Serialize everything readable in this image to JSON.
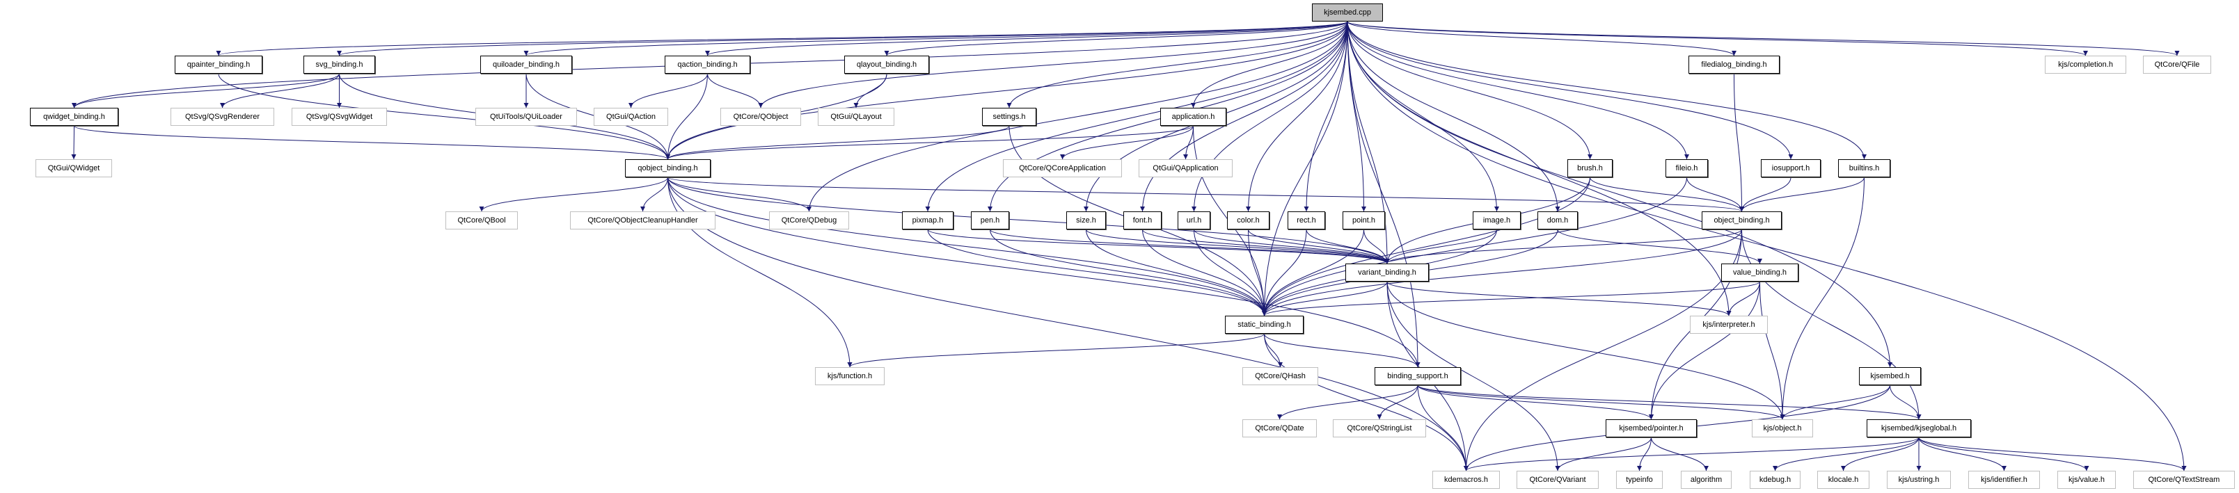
{
  "colors": {
    "edge": "#191970",
    "root_fill": "#bfbfbf",
    "documented_border": "#000000",
    "external_border": "#bfbfbf"
  },
  "graph": {
    "root": "kjsembed.cpp",
    "nodes": [
      {
        "id": "kjsembed_cpp",
        "label": "kjsembed.cpp",
        "kind": "root"
      },
      {
        "id": "qpainter",
        "label": "qpainter_binding.h",
        "kind": "doc"
      },
      {
        "id": "svg",
        "label": "svg_binding.h",
        "kind": "doc"
      },
      {
        "id": "quiloader",
        "label": "quiloader_binding.h",
        "kind": "doc"
      },
      {
        "id": "qaction",
        "label": "qaction_binding.h",
        "kind": "doc"
      },
      {
        "id": "qlayout",
        "label": "qlayout_binding.h",
        "kind": "doc"
      },
      {
        "id": "filedialog",
        "label": "filedialog_binding.h",
        "kind": "doc"
      },
      {
        "id": "completion",
        "label": "kjs/completion.h",
        "kind": "ext"
      },
      {
        "id": "qfile",
        "label": "QtCore/QFile",
        "kind": "ext"
      },
      {
        "id": "qwidget",
        "label": "qwidget_binding.h",
        "kind": "doc"
      },
      {
        "id": "qsvgrenderer",
        "label": "QtSvg/QSvgRenderer",
        "kind": "ext"
      },
      {
        "id": "qsvgwidget",
        "label": "QtSvg/QSvgWidget",
        "kind": "ext"
      },
      {
        "id": "quiloader_q",
        "label": "QtUiTools/QUiLoader",
        "kind": "ext"
      },
      {
        "id": "qaction_q",
        "label": "QtGui/QAction",
        "kind": "ext"
      },
      {
        "id": "qobject_q",
        "label": "QtCore/QObject",
        "kind": "ext"
      },
      {
        "id": "qlayout_q",
        "label": "QtGui/QLayout",
        "kind": "ext"
      },
      {
        "id": "settings",
        "label": "settings.h",
        "kind": "doc"
      },
      {
        "id": "application",
        "label": "application.h",
        "kind": "doc"
      },
      {
        "id": "qwidget_q",
        "label": "QtGui/QWidget",
        "kind": "ext"
      },
      {
        "id": "qobject_binding",
        "label": "qobject_binding.h",
        "kind": "doc"
      },
      {
        "id": "qcoreapp",
        "label": "QtCore/QCoreApplication",
        "kind": "ext"
      },
      {
        "id": "qapp",
        "label": "QtGui/QApplication",
        "kind": "ext"
      },
      {
        "id": "brush",
        "label": "brush.h",
        "kind": "doc"
      },
      {
        "id": "fileio",
        "label": "fileio.h",
        "kind": "doc"
      },
      {
        "id": "iosupport",
        "label": "iosupport.h",
        "kind": "doc"
      },
      {
        "id": "builtins",
        "label": "builtins.h",
        "kind": "doc"
      },
      {
        "id": "qbool",
        "label": "QtCore/QBool",
        "kind": "ext"
      },
      {
        "id": "qoch",
        "label": "QtCore/QObjectCleanupHandler",
        "kind": "ext"
      },
      {
        "id": "qdebug",
        "label": "QtCore/QDebug",
        "kind": "ext"
      },
      {
        "id": "pixmap",
        "label": "pixmap.h",
        "kind": "doc"
      },
      {
        "id": "pen",
        "label": "pen.h",
        "kind": "doc"
      },
      {
        "id": "size",
        "label": "size.h",
        "kind": "doc"
      },
      {
        "id": "font",
        "label": "font.h",
        "kind": "doc"
      },
      {
        "id": "url",
        "label": "url.h",
        "kind": "doc"
      },
      {
        "id": "color",
        "label": "color.h",
        "kind": "doc"
      },
      {
        "id": "rect",
        "label": "rect.h",
        "kind": "doc"
      },
      {
        "id": "point",
        "label": "point.h",
        "kind": "doc"
      },
      {
        "id": "image",
        "label": "image.h",
        "kind": "doc"
      },
      {
        "id": "dom",
        "label": "dom.h",
        "kind": "doc"
      },
      {
        "id": "object_binding",
        "label": "object_binding.h",
        "kind": "doc"
      },
      {
        "id": "variant_binding",
        "label": "variant_binding.h",
        "kind": "doc"
      },
      {
        "id": "value_binding",
        "label": "value_binding.h",
        "kind": "doc"
      },
      {
        "id": "static_binding",
        "label": "static_binding.h",
        "kind": "doc"
      },
      {
        "id": "interpreter",
        "label": "kjs/interpreter.h",
        "kind": "ext"
      },
      {
        "id": "function",
        "label": "kjs/function.h",
        "kind": "ext"
      },
      {
        "id": "qhash",
        "label": "QtCore/QHash",
        "kind": "ext"
      },
      {
        "id": "binding_support",
        "label": "binding_support.h",
        "kind": "doc"
      },
      {
        "id": "kjsembed_h",
        "label": "kjsembed.h",
        "kind": "doc"
      },
      {
        "id": "qdate",
        "label": "QtCore/QDate",
        "kind": "ext"
      },
      {
        "id": "qstringlist",
        "label": "QtCore/QStringList",
        "kind": "ext"
      },
      {
        "id": "pointer",
        "label": "kjsembed/pointer.h",
        "kind": "doc"
      },
      {
        "id": "kjsobject",
        "label": "kjs/object.h",
        "kind": "ext"
      },
      {
        "id": "kjseglobal",
        "label": "kjsembed/kjseglobal.h",
        "kind": "doc"
      },
      {
        "id": "kdemacros",
        "label": "kdemacros.h",
        "kind": "ext"
      },
      {
        "id": "qvariant",
        "label": "QtCore/QVariant",
        "kind": "ext"
      },
      {
        "id": "typeinfo",
        "label": "typeinfo",
        "kind": "ext"
      },
      {
        "id": "algorithm",
        "label": "algorithm",
        "kind": "ext"
      },
      {
        "id": "kdebug",
        "label": "kdebug.h",
        "kind": "ext"
      },
      {
        "id": "klocale",
        "label": "klocale.h",
        "kind": "ext"
      },
      {
        "id": "ustring",
        "label": "kjs/ustring.h",
        "kind": "ext"
      },
      {
        "id": "identifier",
        "label": "kjs/identifier.h",
        "kind": "ext"
      },
      {
        "id": "kjsvalue",
        "label": "kjs/value.h",
        "kind": "ext"
      },
      {
        "id": "qtextstream",
        "label": "QtCore/QTextStream",
        "kind": "ext"
      }
    ],
    "edges": [
      [
        "kjsembed_cpp",
        "qwidget"
      ],
      [
        "kjsembed_cpp",
        "qpainter"
      ],
      [
        "kjsembed_cpp",
        "svg"
      ],
      [
        "kjsembed_cpp",
        "quiloader"
      ],
      [
        "kjsembed_cpp",
        "qaction"
      ],
      [
        "kjsembed_cpp",
        "qobject_q"
      ],
      [
        "kjsembed_cpp",
        "qlayout"
      ],
      [
        "kjsembed_cpp",
        "settings"
      ],
      [
        "kjsembed_cpp",
        "application"
      ],
      [
        "kjsembed_cpp",
        "qobject_binding"
      ],
      [
        "kjsembed_cpp",
        "qdebug"
      ],
      [
        "kjsembed_cpp",
        "pixmap"
      ],
      [
        "kjsembed_cpp",
        "pen"
      ],
      [
        "kjsembed_cpp",
        "size"
      ],
      [
        "kjsembed_cpp",
        "font"
      ],
      [
        "kjsembed_cpp",
        "url"
      ],
      [
        "kjsembed_cpp",
        "color"
      ],
      [
        "kjsembed_cpp",
        "rect"
      ],
      [
        "kjsembed_cpp",
        "point"
      ],
      [
        "kjsembed_cpp",
        "image"
      ],
      [
        "kjsembed_cpp",
        "dom"
      ],
      [
        "kjsembed_cpp",
        "brush"
      ],
      [
        "kjsembed_cpp",
        "fileio"
      ],
      [
        "kjsembed_cpp",
        "filedialog"
      ],
      [
        "kjsembed_cpp",
        "iosupport"
      ],
      [
        "kjsembed_cpp",
        "builtins"
      ],
      [
        "kjsembed_cpp",
        "static_binding"
      ],
      [
        "kjsembed_cpp",
        "variant_binding"
      ],
      [
        "kjsembed_cpp",
        "interpreter"
      ],
      [
        "kjsembed_cpp",
        "binding_support"
      ],
      [
        "kjsembed_cpp",
        "kjsembed_h"
      ],
      [
        "kjsembed_cpp",
        "qtextstream"
      ],
      [
        "kjsembed_cpp",
        "completion"
      ],
      [
        "kjsembed_cpp",
        "qfile"
      ],
      [
        "qpainter",
        "qobject_binding"
      ],
      [
        "svg",
        "qwidget"
      ],
      [
        "svg",
        "qsvgrenderer"
      ],
      [
        "svg",
        "qsvgwidget"
      ],
      [
        "svg",
        "qobject_binding"
      ],
      [
        "quiloader",
        "quiloader_q"
      ],
      [
        "quiloader",
        "qobject_binding"
      ],
      [
        "qaction",
        "qaction_q"
      ],
      [
        "qaction",
        "qobject_q"
      ],
      [
        "qaction",
        "qobject_binding"
      ],
      [
        "qlayout",
        "qlayout_q"
      ],
      [
        "qlayout",
        "qobject_binding"
      ],
      [
        "qwidget",
        "qwidget_q"
      ],
      [
        "qwidget",
        "qobject_binding"
      ],
      [
        "settings",
        "qobject_binding"
      ],
      [
        "settings",
        "static_binding"
      ],
      [
        "application",
        "qobject_binding"
      ],
      [
        "application",
        "qcoreapp"
      ],
      [
        "application",
        "qapp"
      ],
      [
        "application",
        "static_binding"
      ],
      [
        "filedialog",
        "object_binding"
      ],
      [
        "qobject_binding",
        "qbool"
      ],
      [
        "qobject_binding",
        "qoch"
      ],
      [
        "qobject_binding",
        "qdebug"
      ],
      [
        "qobject_binding",
        "object_binding"
      ],
      [
        "qobject_binding",
        "function"
      ],
      [
        "qobject_binding",
        "kdemacros"
      ],
      [
        "qobject_binding",
        "binding_support"
      ],
      [
        "qobject_binding",
        "static_binding"
      ],
      [
        "qobject_binding",
        "variant_binding"
      ],
      [
        "pixmap",
        "variant_binding"
      ],
      [
        "pixmap",
        "static_binding"
      ],
      [
        "pen",
        "variant_binding"
      ],
      [
        "pen",
        "static_binding"
      ],
      [
        "size",
        "variant_binding"
      ],
      [
        "size",
        "static_binding"
      ],
      [
        "font",
        "variant_binding"
      ],
      [
        "font",
        "static_binding"
      ],
      [
        "url",
        "variant_binding"
      ],
      [
        "url",
        "static_binding"
      ],
      [
        "color",
        "variant_binding"
      ],
      [
        "color",
        "static_binding"
      ],
      [
        "rect",
        "variant_binding"
      ],
      [
        "rect",
        "static_binding"
      ],
      [
        "point",
        "variant_binding"
      ],
      [
        "point",
        "static_binding"
      ],
      [
        "image",
        "variant_binding"
      ],
      [
        "image",
        "static_binding"
      ],
      [
        "dom",
        "value_binding"
      ],
      [
        "dom",
        "static_binding"
      ],
      [
        "brush",
        "variant_binding"
      ],
      [
        "brush",
        "static_binding"
      ],
      [
        "brush",
        "object_binding"
      ],
      [
        "fileio",
        "object_binding"
      ],
      [
        "fileio",
        "static_binding"
      ],
      [
        "iosupport",
        "object_binding"
      ],
      [
        "builtins",
        "object_binding"
      ],
      [
        "builtins",
        "kjsobject"
      ],
      [
        "object_binding",
        "variant_binding"
      ],
      [
        "object_binding",
        "static_binding"
      ],
      [
        "object_binding",
        "pointer"
      ],
      [
        "object_binding",
        "kjseglobal"
      ],
      [
        "object_binding",
        "kdemacros"
      ],
      [
        "variant_binding",
        "static_binding"
      ],
      [
        "variant_binding",
        "kjsobject"
      ],
      [
        "variant_binding",
        "kdemacros"
      ],
      [
        "variant_binding",
        "qvariant"
      ],
      [
        "variant_binding",
        "interpreter"
      ],
      [
        "value_binding",
        "static_binding"
      ],
      [
        "value_binding",
        "interpreter"
      ],
      [
        "value_binding",
        "pointer"
      ],
      [
        "value_binding",
        "kjsobject"
      ],
      [
        "static_binding",
        "function"
      ],
      [
        "static_binding",
        "qhash"
      ],
      [
        "static_binding",
        "binding_support"
      ],
      [
        "static_binding",
        "kdemacros"
      ],
      [
        "binding_support",
        "qdate"
      ],
      [
        "binding_support",
        "qstringlist"
      ],
      [
        "binding_support",
        "kdemacros"
      ],
      [
        "binding_support",
        "pointer"
      ],
      [
        "binding_support",
        "kjsobject"
      ],
      [
        "binding_support",
        "kjseglobal"
      ],
      [
        "kjsembed_h",
        "kjsobject"
      ],
      [
        "kjsembed_h",
        "kjseglobal"
      ],
      [
        "kjsembed_h",
        "kdemacros"
      ],
      [
        "pointer",
        "qvariant"
      ],
      [
        "pointer",
        "typeinfo"
      ],
      [
        "pointer",
        "algorithm"
      ],
      [
        "kjseglobal",
        "kdemacros"
      ],
      [
        "kjseglobal",
        "kdebug"
      ],
      [
        "kjseglobal",
        "klocale"
      ],
      [
        "kjseglobal",
        "ustring"
      ],
      [
        "kjseglobal",
        "identifier"
      ],
      [
        "kjseglobal",
        "kjsvalue"
      ],
      [
        "kjseglobal",
        "qtextstream"
      ]
    ]
  }
}
